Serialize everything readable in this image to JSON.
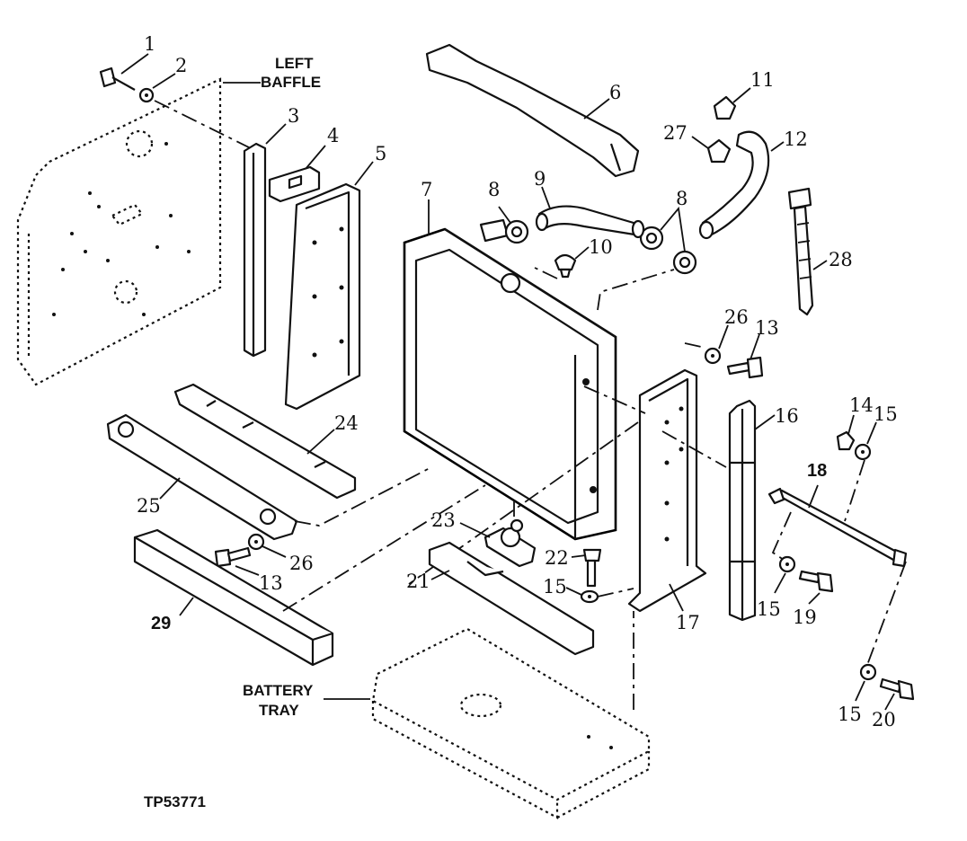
{
  "figure_id": "TP53771",
  "captions": {
    "left_baffle_line1": "LEFT",
    "left_baffle_line2": "BAFFLE",
    "battery_tray_line1": "BATTERY",
    "battery_tray_line2": "TRAY"
  },
  "callouts": {
    "c1": "1",
    "c2": "2",
    "c3": "3",
    "c4": "4",
    "c5": "5",
    "c6": "6",
    "c7": "7",
    "c8a": "8",
    "c8b": "8",
    "c9": "9",
    "c10": "10",
    "c11": "11",
    "c12": "12",
    "c13a": "13",
    "c13b": "13",
    "c14": "14",
    "c15a": "15",
    "c15b": "15",
    "c15c": "15",
    "c15d": "15",
    "c16": "16",
    "c17": "17",
    "c18": "18",
    "c19": "19",
    "c20": "20",
    "c21": "21",
    "c22": "22",
    "c23": "23",
    "c24": "24",
    "c25": "25",
    "c26a": "26",
    "c26b": "26",
    "c27": "27",
    "c28": "28",
    "c29": "29"
  }
}
